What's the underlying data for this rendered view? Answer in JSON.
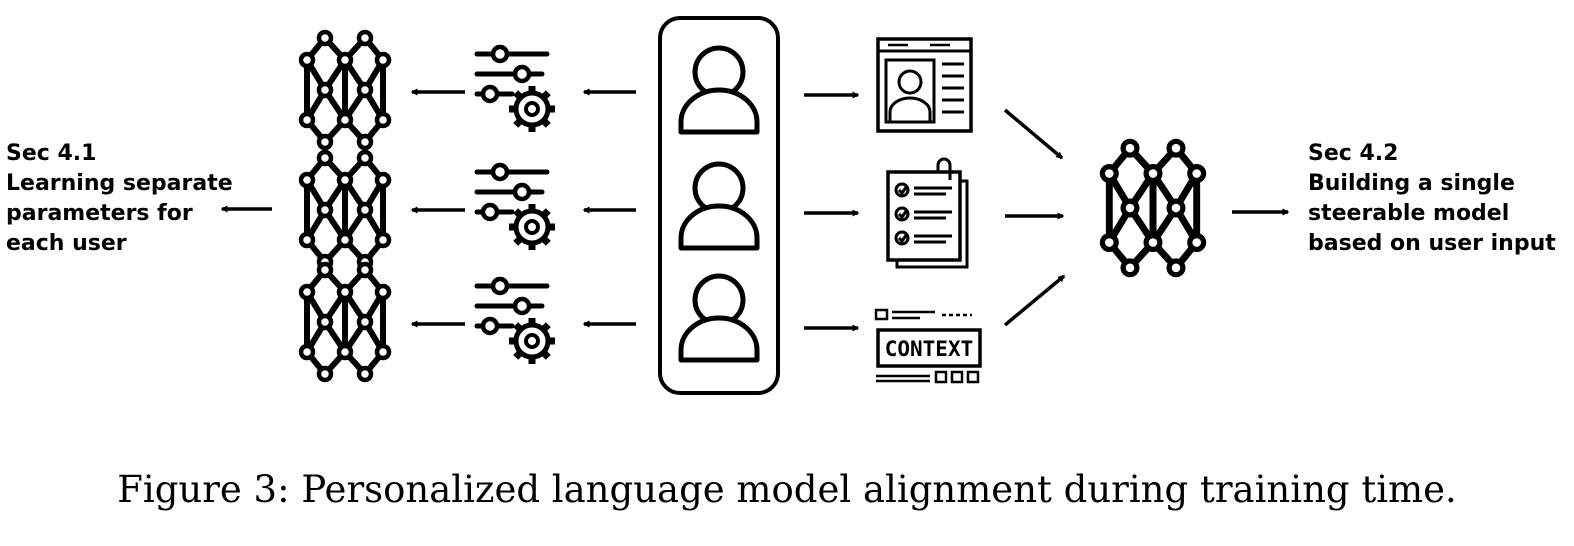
{
  "left_label": {
    "section": "Sec 4.1",
    "line1": "Learning separate",
    "line2": "parameters for",
    "line3": "each user"
  },
  "right_label": {
    "section": "Sec 4.2",
    "line1": "Building a single",
    "line2": "steerable model",
    "line3": "based on user input"
  },
  "context_card": {
    "text": "CONTEXT"
  },
  "caption": "Figure 3: Personalized language model alignment during training time.",
  "icons": {
    "network": "neural-network-icon",
    "tuning": "sliders-gear-icon",
    "user": "user-icon",
    "profile": "profile-document-icon",
    "checklist": "checklist-icon",
    "context": "context-card-icon"
  },
  "colors": {
    "ink": "#000000",
    "background": "#ffffff"
  }
}
